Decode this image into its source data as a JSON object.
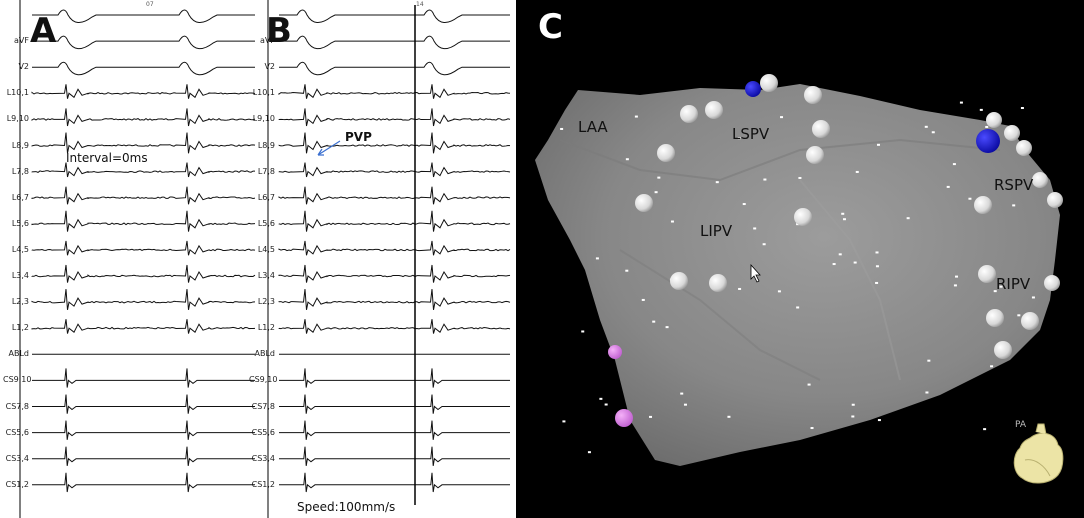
{
  "panel_a": {
    "letter": "A",
    "top_number": "07",
    "annotation": "Interval=0ms",
    "leads": [
      "",
      "aVF",
      "V2",
      "L10,1",
      "L9,10",
      "L8,9",
      "L7,8",
      "L6,7",
      "L5,6",
      "L4,5",
      "L3,4",
      "L2,3",
      "L1,2",
      "ABLd",
      "CS9,10",
      "CS7,8",
      "CS5,6",
      "CS3,4",
      "CS1,2"
    ]
  },
  "panel_b": {
    "letter": "B",
    "top_number": "14",
    "annotation": "PVP",
    "speed": "Speed:100mm/s",
    "leads": [
      "",
      "aVF",
      "V2",
      "L10,1",
      "L9,10",
      "L8,9",
      "L7,8",
      "L6,7",
      "L5,6",
      "L4,5",
      "L3,4",
      "L2,3",
      "L1,2",
      "ABLd",
      "CS9,10",
      "CS7,8",
      "CS5,6",
      "CS3,4",
      "CS1,2"
    ]
  },
  "panel_c": {
    "letter": "C",
    "labels": {
      "laa": "LAA",
      "lspv": "LSPV",
      "lipv": "LIPV",
      "rspv": "RSPV",
      "ripv": "RIPV"
    },
    "orientation": "PA",
    "colors": {
      "background": "#000000",
      "surface": "#8a8a8a",
      "white_marker": "#e6e6e6",
      "blue_marker": "#1a1adc",
      "pink_marker": "#e080e8",
      "heart_icon": "#ece4a6"
    }
  }
}
